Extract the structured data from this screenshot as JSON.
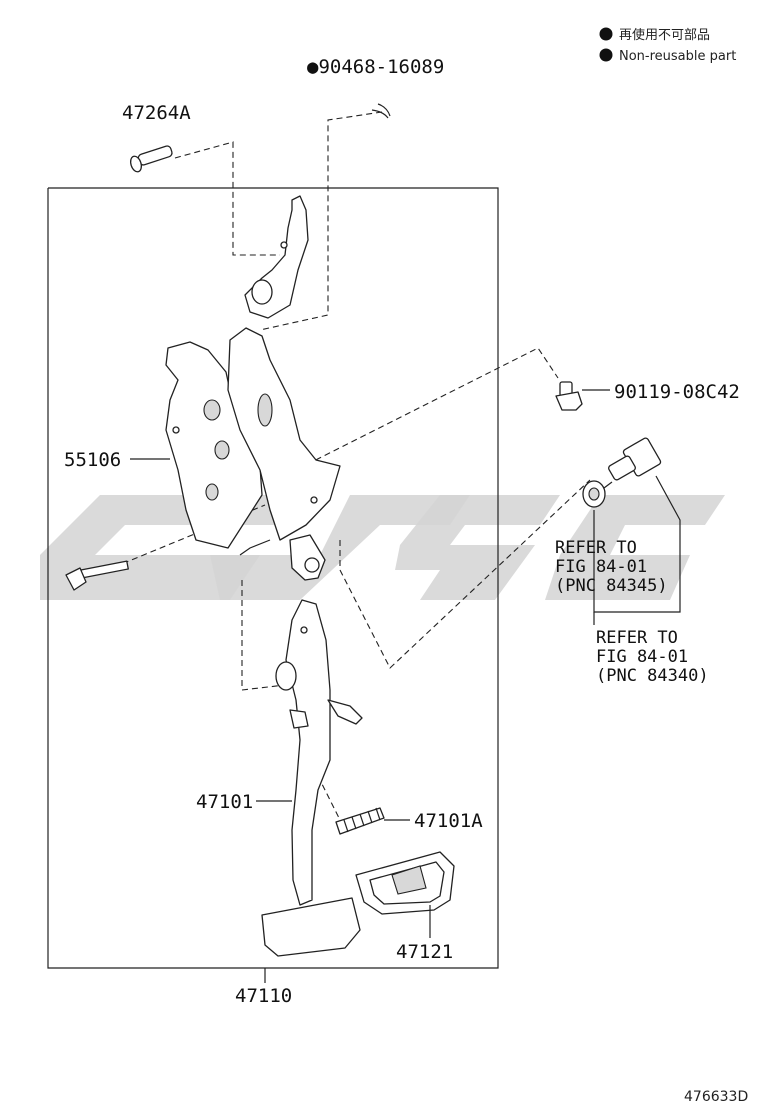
{
  "legend": {
    "line1": "再使用不可部品",
    "line2": "Non-reusable part"
  },
  "diagram_code": "476633D",
  "parts": {
    "p90468": "●90468-16089",
    "p47264A": "47264A",
    "p90119": "90119-08C42",
    "p55106": "55106",
    "p47101": "47101",
    "p47101A": "47101A",
    "p47121": "47121",
    "p47110": "47110"
  },
  "refs": {
    "ref1": {
      "l1": "REFER TO",
      "l2": "FIG 84-01",
      "l3": "(PNC 84345)"
    },
    "ref2": {
      "l1": "REFER TO",
      "l2": "FIG 84-01",
      "l3": "(PNC 84340)"
    }
  },
  "colors": {
    "ink": "#111111",
    "watermark": "#d4d4d4"
  }
}
